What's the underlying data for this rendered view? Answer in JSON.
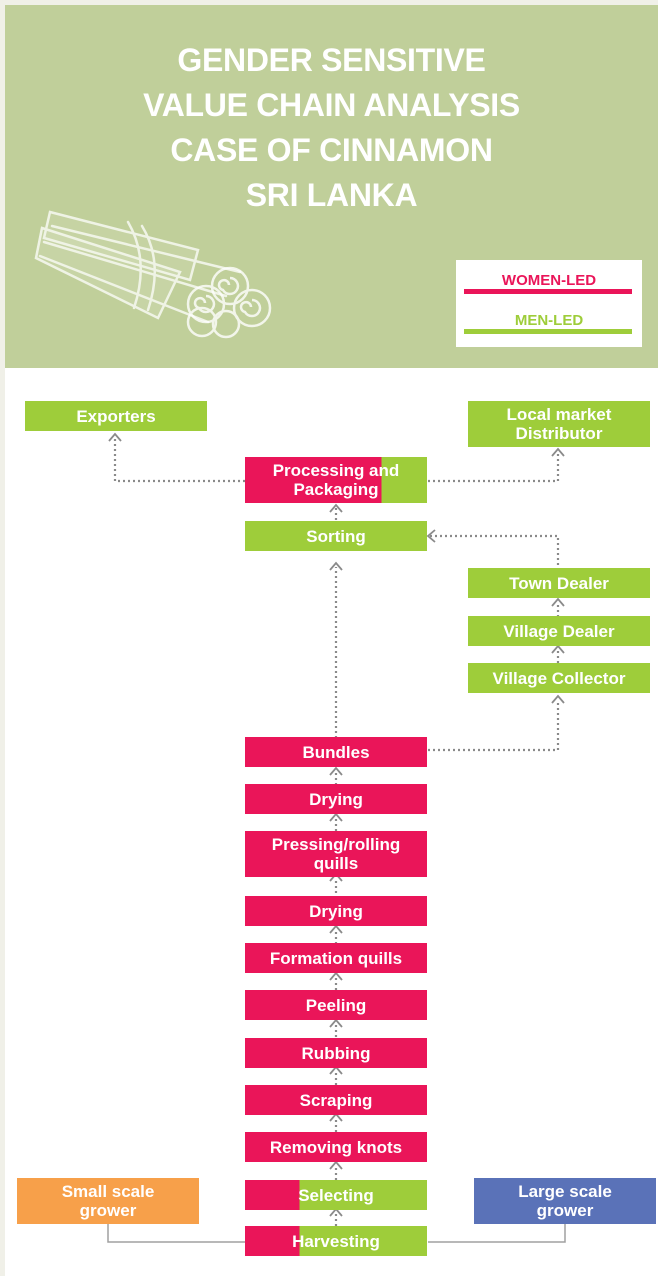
{
  "title_lines": [
    "GENDER SENSITIVE",
    "VALUE CHAIN ANALYSIS",
    "CASE OF CINNAMON",
    "SRI LANKA"
  ],
  "legend": {
    "women_led": "WOMEN-LED",
    "men_led": "MEN-LED"
  },
  "colors": {
    "women_led": "#ea1559",
    "men_led": "#9ecd3a",
    "small_scale_grower": "#f7a04a",
    "large_scale_grower": "#5a72b8",
    "header_background": "#c0cf9a"
  },
  "illustration": "cinnamon-sticks-bundle",
  "nodes": {
    "exporters": "Exporters",
    "local_market_distributor": "Local market Distributor",
    "processing_packaging": "Processing and Packaging",
    "sorting": "Sorting",
    "town_dealer": "Town Dealer",
    "village_dealer": "Village Dealer",
    "village_collector": "Village Collector",
    "bundles": "Bundles",
    "drying_2": "Drying",
    "pressing_rolling_quills": "Pressing/rolling quills",
    "drying_1": "Drying",
    "formation_quills": "Formation quills",
    "peeling": "Peeling",
    "rubbing": "Rubbing",
    "scraping": "Scraping",
    "removing_knots": "Removing knots",
    "selecting": "Selecting",
    "harvesting": "Harvesting",
    "small_scale_grower": "Small scale grower",
    "large_scale_grower": "Large scale grower"
  }
}
